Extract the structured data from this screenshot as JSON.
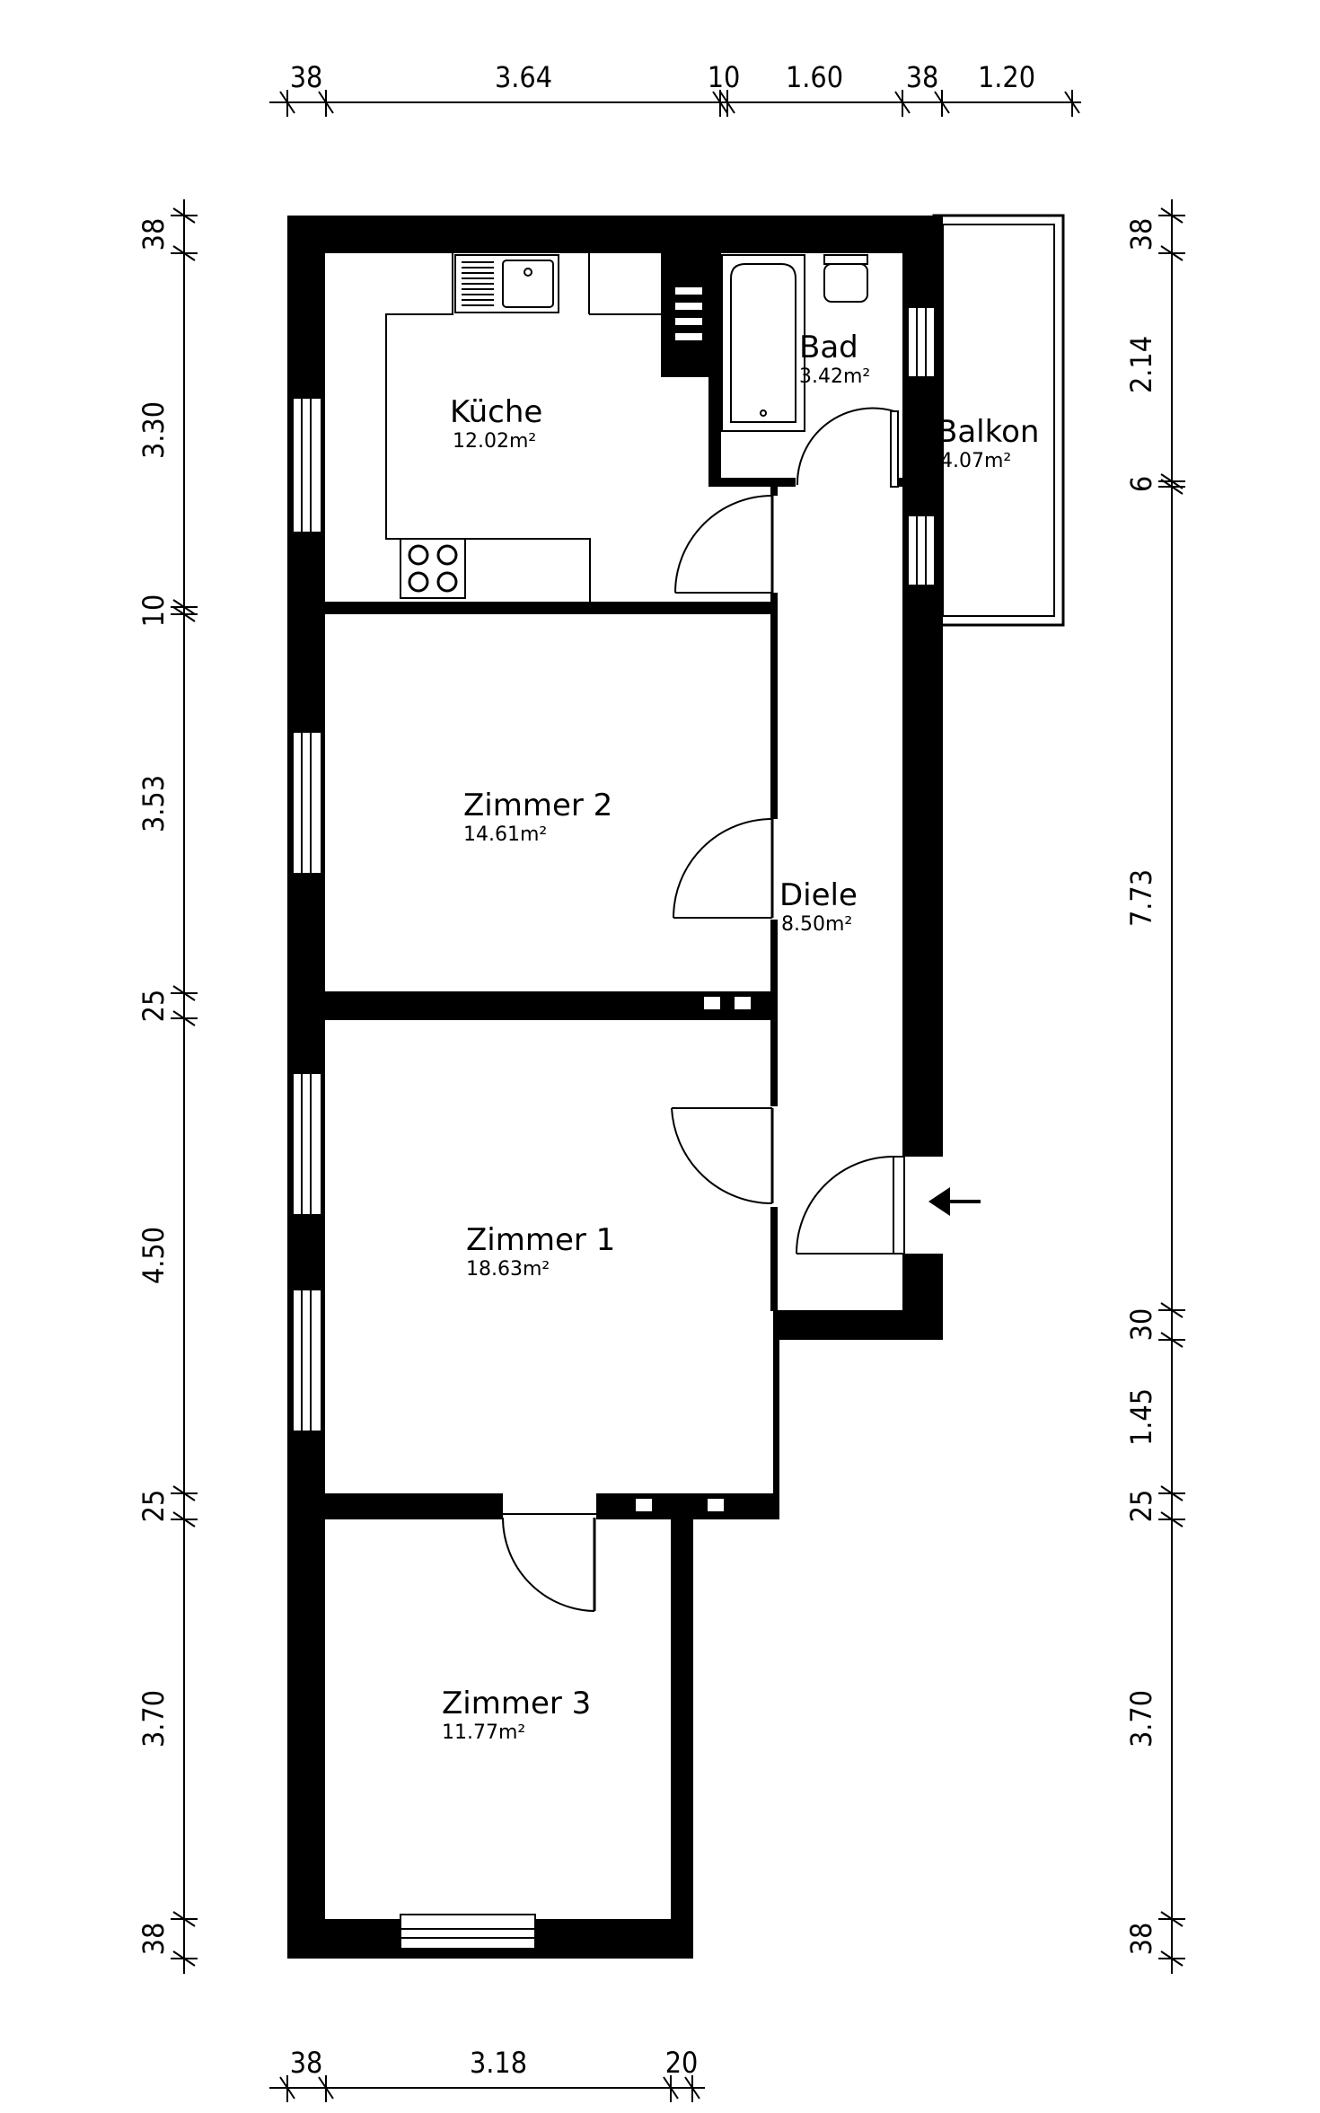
{
  "rooms": {
    "kueche": {
      "name": "Küche",
      "area": "12.02m²"
    },
    "bad": {
      "name": "Bad",
      "area": "3.42m²"
    },
    "balkon": {
      "name": "Balkon",
      "area": "4.07m²"
    },
    "zimmer2": {
      "name": "Zimmer 2",
      "area": "14.61m²"
    },
    "diele": {
      "name": "Diele",
      "area": "8.50m²"
    },
    "zimmer1": {
      "name": "Zimmer 1",
      "area": "18.63m²"
    },
    "zimmer3": {
      "name": "Zimmer 3",
      "area": "11.77m²"
    }
  },
  "dimensions": {
    "top": [
      "38",
      "3.64",
      "10",
      "1.60",
      "38",
      "1.20"
    ],
    "bottom": [
      "38",
      "3.18",
      "20"
    ],
    "left": [
      "38",
      "3.30",
      "10",
      "3.53",
      "25",
      "4.50",
      "25",
      "3.70",
      "38"
    ],
    "right": [
      "38",
      "2.14",
      "6",
      "7.73",
      "30",
      "1.45",
      "25",
      "3.70",
      "38"
    ]
  }
}
